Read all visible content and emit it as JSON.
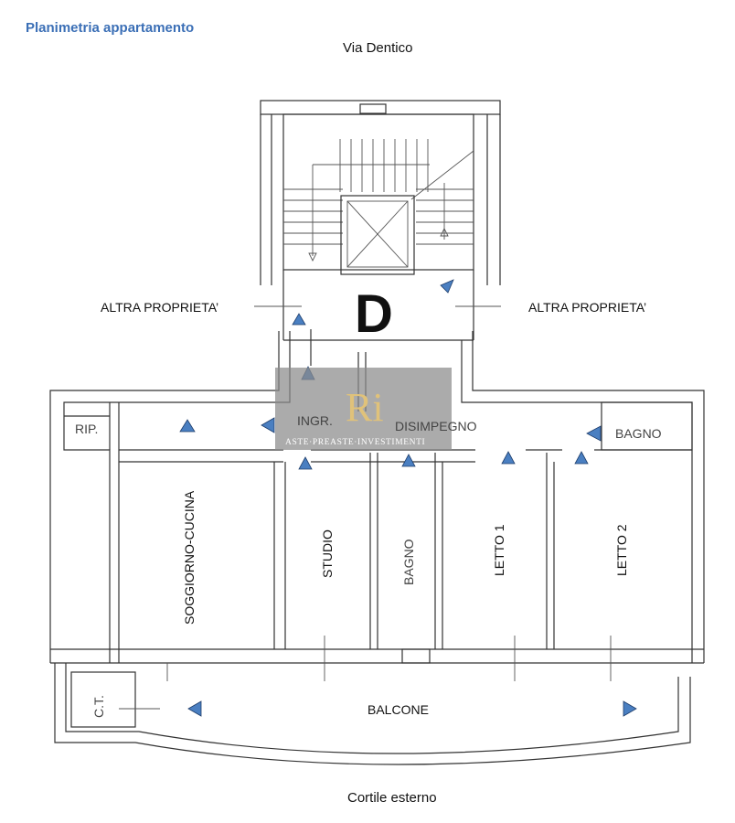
{
  "header": {
    "title": "Planimetria appartamento",
    "title_color": "#3b6fb6"
  },
  "streets": {
    "top": "Via Dentico",
    "bottom": "Cortile esterno"
  },
  "labels": {
    "left_neighbor": "ALTRA PROPRIETA’",
    "right_neighbor": "ALTRA PROPRIETA’",
    "building_letter": "D",
    "entrance": "INGR.",
    "hallway": "DISIMPEGNO",
    "storage": "RIP.",
    "bath_right": "BAGNO",
    "living": "SOGGIORNO-CUCINA",
    "study": "STUDIO",
    "bath_center": "BAGNO",
    "bedroom1": "LETTO 1",
    "bedroom2": "LETTO 2",
    "boiler": "C.T.",
    "balcony": "BALCONE"
  },
  "watermark": {
    "brand": "ASTE·PREASTE·INVESTIMENTI",
    "logo": "Ri"
  },
  "colors": {
    "arrow": "#4a7fc1",
    "wall": "#333333"
  }
}
